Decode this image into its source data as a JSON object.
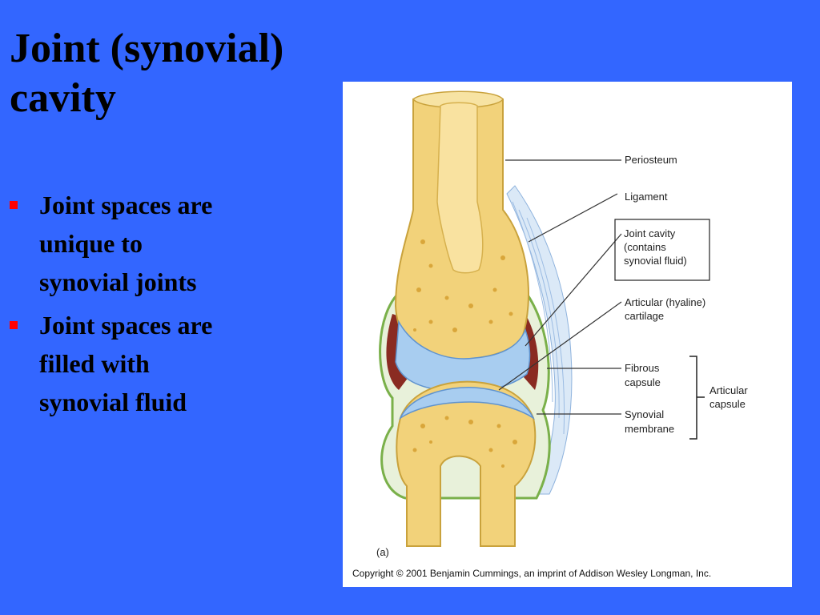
{
  "slide": {
    "title_line1": "Joint (synovial)",
    "title_line2": "cavity",
    "bullets": [
      {
        "line1": "Joint spaces are",
        "line2": "unique to",
        "line3": "synovial joints"
      },
      {
        "line1": "Joint spaces are",
        "line2": "filled with",
        "line3": "synovial fluid"
      }
    ],
    "colors": {
      "background": "#3366ff",
      "bullet": "#ff0000",
      "title": "#000000"
    }
  },
  "figure": {
    "labels": {
      "periosteum": "Periosteum",
      "ligament": "Ligament",
      "joint_cavity_1": "Joint cavity",
      "joint_cavity_2": "(contains",
      "joint_cavity_3": "synovial fluid)",
      "articular_cartilage_1": "Articular (hyaline)",
      "articular_cartilage_2": "cartilage",
      "fibrous_capsule_1": "Fibrous",
      "fibrous_capsule_2": "capsule",
      "synovial_membrane_1": "Synovial",
      "synovial_membrane_2": "membrane",
      "articular_capsule_1": "Articular",
      "articular_capsule_2": "capsule"
    },
    "panel_label": "(a)",
    "copyright": "Copyright © 2001 Benjamin Cummings, an imprint of Addison Wesley Longman, Inc."
  }
}
